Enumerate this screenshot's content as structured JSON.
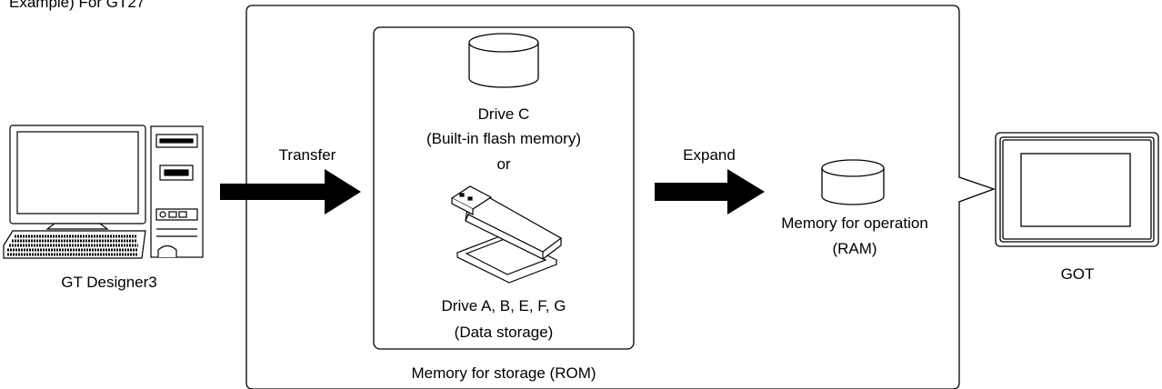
{
  "caption": "Example) For GT27",
  "source_label": "GT Designer3",
  "transfer_label": "Transfer",
  "storage": {
    "drive_c": "Drive C",
    "drive_c_desc": "(Built-in flash memory)",
    "or": "or",
    "drive_a": "Drive A, B, E, F, G",
    "drive_a_desc": "(Data storage)",
    "title": "Memory for storage (ROM)"
  },
  "expand_label": "Expand",
  "operation": {
    "title": "Memory for operation",
    "subtitle": "(RAM)"
  },
  "got_label": "GOT",
  "icons": [
    "pc-icon",
    "database-icon",
    "usb-drive-icon",
    "sd-card-icon",
    "got-panel-icon",
    "arrow-icon"
  ],
  "colors": {
    "line": "#000000",
    "arrow": "#000000",
    "background": "#ffffff"
  }
}
